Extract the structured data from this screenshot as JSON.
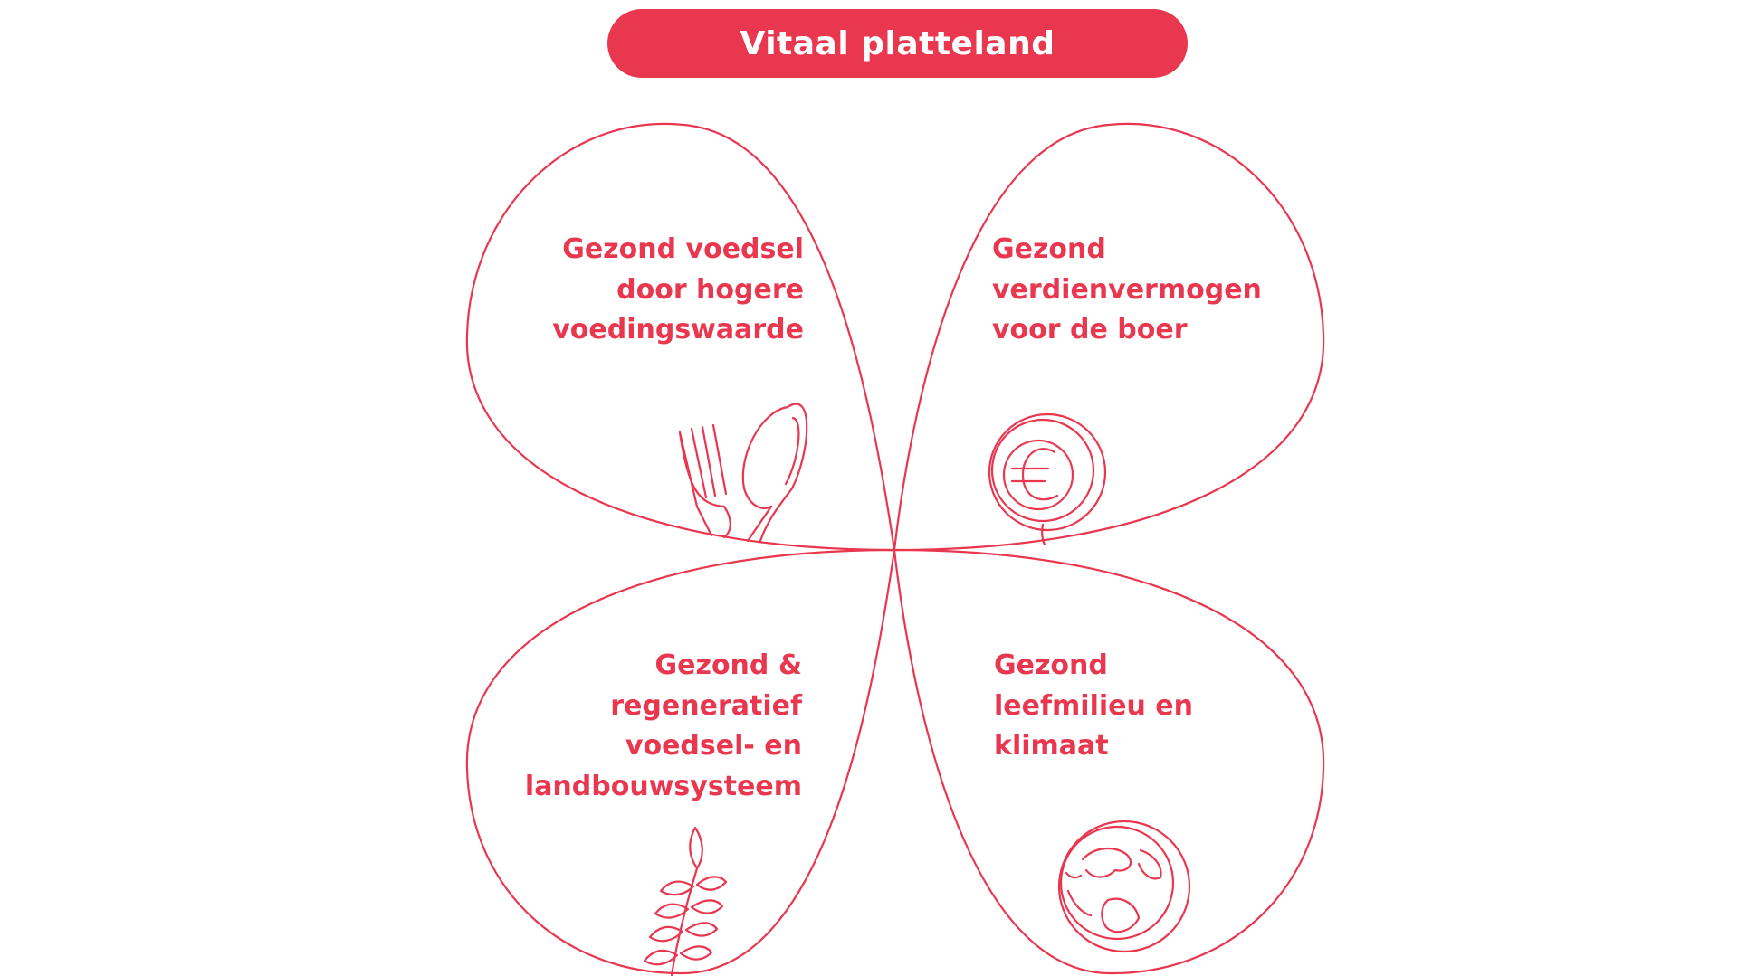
{
  "title": "Vitaal platteland",
  "accent_color": "#e8374f",
  "petals": [
    {
      "position": "top-left",
      "lines": [
        "Gezond voedsel",
        "door hogere",
        "voedingswaarde"
      ],
      "icon": "fork-spoon-icon"
    },
    {
      "position": "top-right",
      "lines": [
        "Gezond",
        "verdienvermogen",
        "voor de boer"
      ],
      "icon": "euro-coin-icon"
    },
    {
      "position": "bottom-left",
      "lines": [
        "Gezond &",
        "regeneratief",
        "voedsel- en",
        "landbouwsysteem"
      ],
      "icon": "plant-sprig-icon"
    },
    {
      "position": "bottom-right",
      "lines": [
        "Gezond",
        "leefmilieu en",
        "klimaat"
      ],
      "icon": "globe-icon"
    }
  ]
}
